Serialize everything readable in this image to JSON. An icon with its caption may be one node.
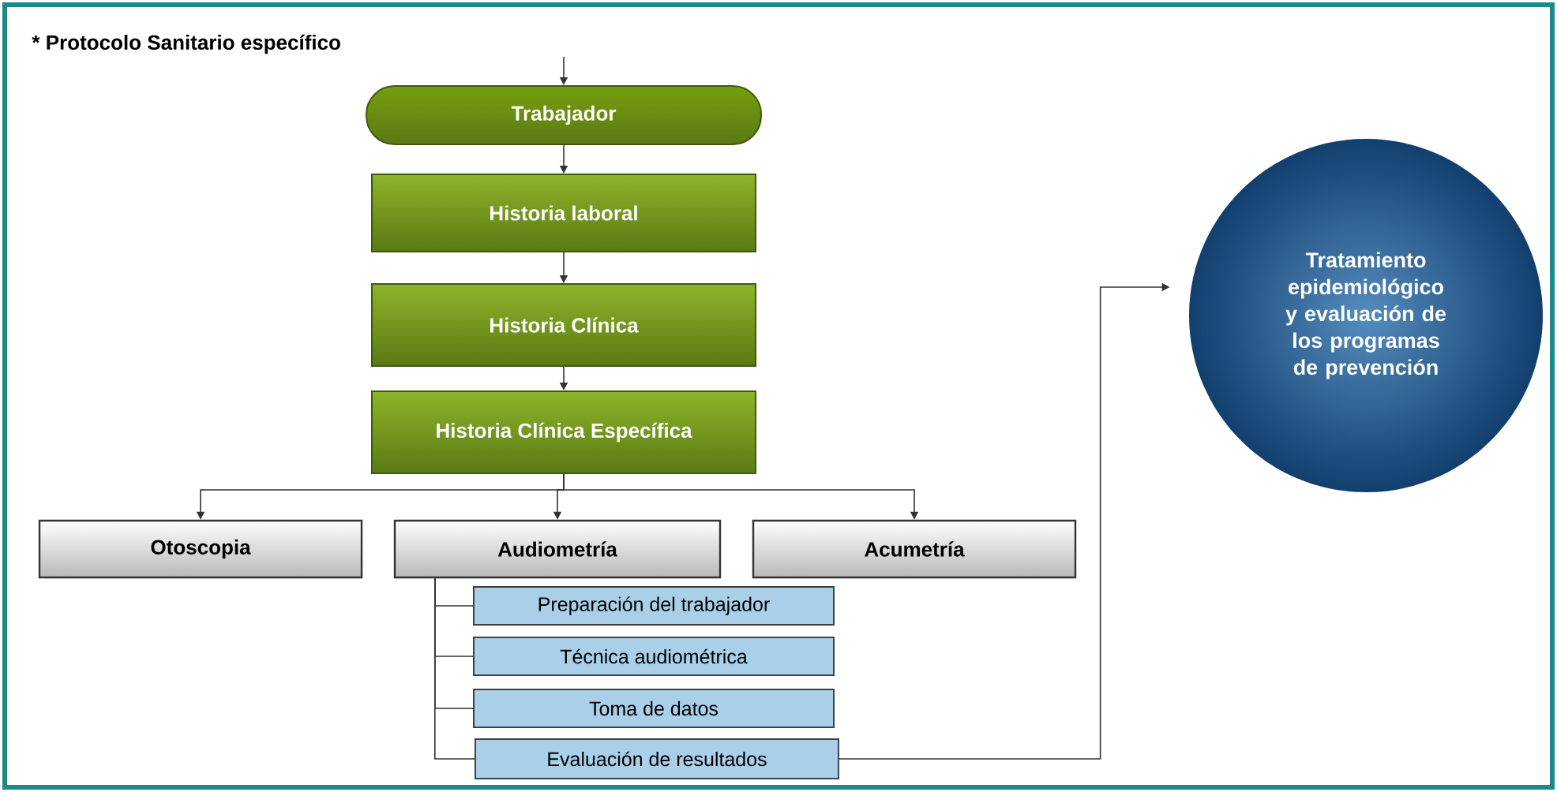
{
  "diagram": {
    "title": "* Protocolo Sanitario específico",
    "nodes": [
      {
        "text": [
          "Trabajador"
        ]
      },
      {
        "text": [
          "Historia laboral"
        ]
      },
      {
        "text": [
          "Historia Clínica"
        ]
      },
      {
        "text": [
          "Historia Clínica Específica"
        ]
      },
      {
        "text": [
          "Otoscopia"
        ]
      },
      {
        "text": [
          "Audiometría"
        ]
      },
      {
        "text": [
          "Acumetría"
        ]
      },
      {
        "text": [
          "Preparación del trabajador"
        ]
      },
      {
        "text": [
          "Técnica audiométrica"
        ]
      },
      {
        "text": [
          "Toma de datos"
        ]
      },
      {
        "text": [
          "Evaluación de resultados"
        ]
      },
      {
        "text": [
          "Tratamiento epidemiológico y evaluación de los programas de prevención"
        ]
      }
    ],
    "edges": [
      {
        "from": null,
        "to": 0,
        "arrow": "to"
      },
      {
        "from": 0,
        "to": 1,
        "arrow": "to"
      },
      {
        "from": 1,
        "to": 2,
        "arrow": "to"
      },
      {
        "from": 2,
        "to": 3,
        "arrow": "to"
      },
      {
        "from": 3,
        "to": 4,
        "arrow": "to"
      },
      {
        "from": 3,
        "to": 5,
        "arrow": "to"
      },
      {
        "from": 3,
        "to": 6,
        "arrow": "to"
      },
      {
        "from": 5,
        "to": 7,
        "arrow": "none"
      },
      {
        "from": 5,
        "to": 8,
        "arrow": "none"
      },
      {
        "from": 5,
        "to": 9,
        "arrow": "none"
      },
      {
        "from": 5,
        "to": 10,
        "arrow": "none"
      },
      {
        "from": 10,
        "to": 11,
        "arrow": "to"
      }
    ]
  }
}
